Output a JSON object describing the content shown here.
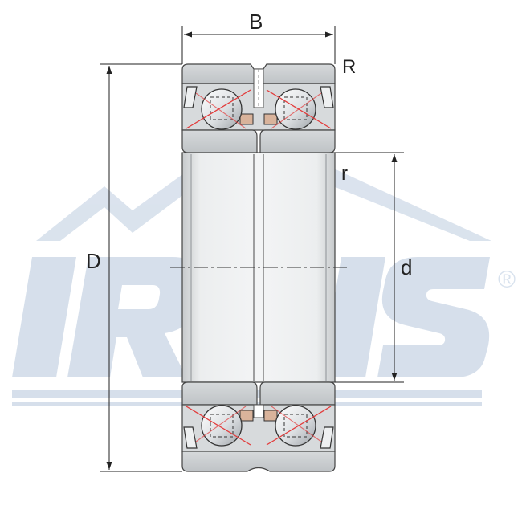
{
  "labels": {
    "B": "B",
    "R": "R",
    "r": "r",
    "D": "D",
    "d": "d",
    "registered_mark": "®"
  },
  "colors": {
    "watermark": "#d4deea",
    "ring": "#c9ccce",
    "ring_dark": "#a9adb1",
    "outline": "#333333",
    "cage": "#d9b39b",
    "contact_line": "#e33b3b"
  },
  "watermark_logo": "logo-watermark"
}
